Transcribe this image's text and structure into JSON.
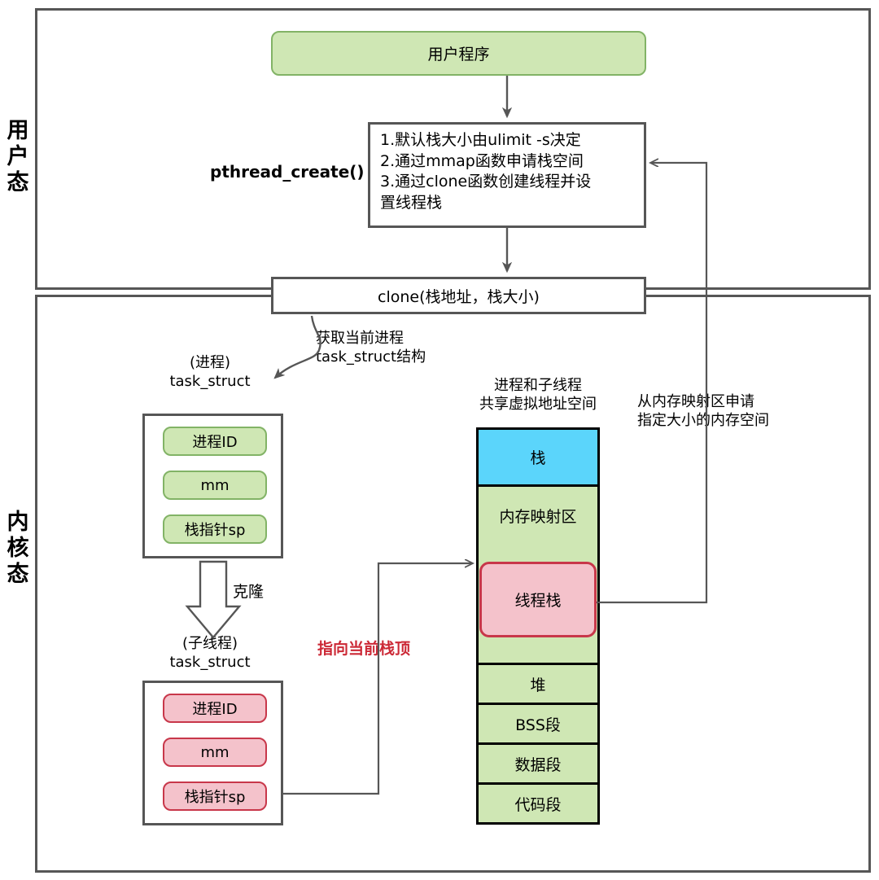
{
  "diagram": {
    "title_note": "pthread_create thread stack creation flow (Chinese)",
    "regions": [
      {
        "id": "user",
        "label": "用户\n态"
      },
      {
        "id": "kernel",
        "label": "内核\n态"
      }
    ],
    "nodes": {
      "user_program": "用户程序",
      "pthread_steps": "1.默认栈大小由ulimit -s决定\n2.通过mmap函数申请栈空间\n3.通过clone函数创建线程并设\n置线程栈",
      "pthread_create_label": "pthread_create()",
      "clone_call": "clone(栈地址，栈大小)"
    },
    "annotations": {
      "get_task_struct": "获取当前进程\ntask_struct结构",
      "process_task_struct": "(进程)\ntask_struct",
      "clone_arrow": "克隆",
      "child_task_struct": "(子线程)\ntask_struct",
      "shared_space": "进程和子线程\n共享虚拟地址空间",
      "mmap_request": "从内存映射区申请\n指定大小的内存空间",
      "points_to_stack_top": "指向当前栈顶"
    },
    "process_struct_fields": [
      {
        "label": "进程ID",
        "style": "green"
      },
      {
        "label": "mm",
        "style": "green"
      },
      {
        "label": "栈指针sp",
        "style": "green"
      }
    ],
    "child_struct_fields": [
      {
        "label": "进程ID",
        "style": "pink"
      },
      {
        "label": "mm",
        "style": "pink"
      },
      {
        "label": "栈指针sp",
        "style": "pink"
      }
    ],
    "memory_layout": [
      {
        "label": "栈",
        "style": "blue"
      },
      {
        "label": "内存映射区",
        "style": "green"
      },
      {
        "label": "堆",
        "style": "green"
      },
      {
        "label": "BSS段",
        "style": "green"
      },
      {
        "label": "数据段",
        "style": "green"
      },
      {
        "label": "代码段",
        "style": "green"
      }
    ],
    "memory_inner_node": "线程栈",
    "colors": {
      "green_fill": "#cfe7b4",
      "green_stroke": "#82b366",
      "pink_fill": "#f4c2cb",
      "pink_stroke": "#c8374a",
      "blue_fill": "#5bd5fb",
      "frame_stroke": "#565656",
      "annotation_red": "#cc2936",
      "black": "#000000"
    }
  }
}
